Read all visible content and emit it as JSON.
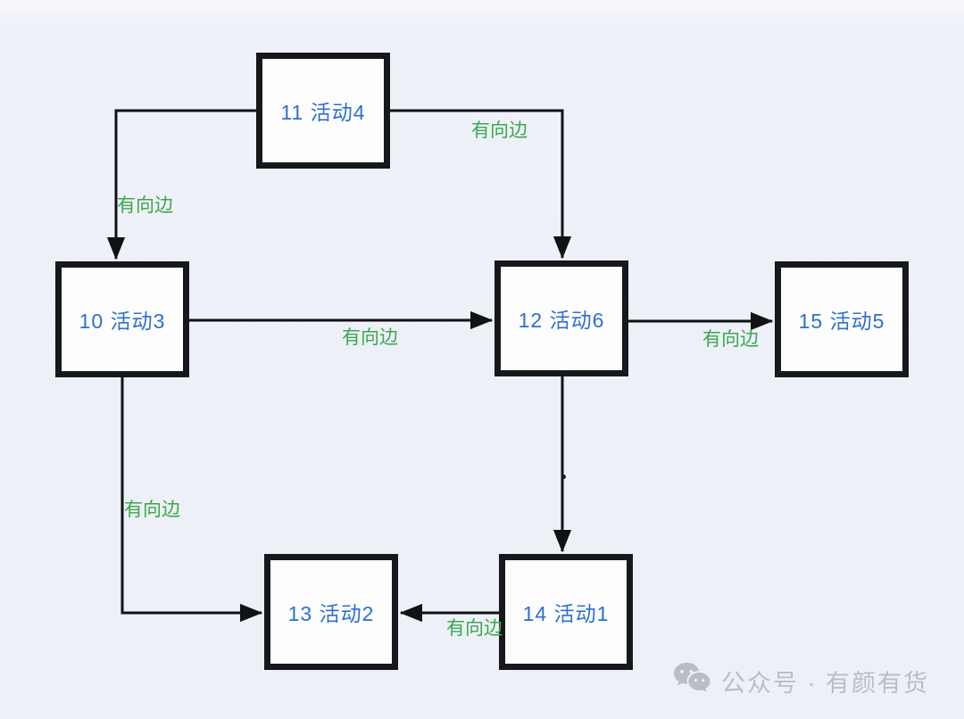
{
  "diagram": {
    "type": "directed-graph",
    "nodes": [
      {
        "id": "11",
        "label": "11 活动4"
      },
      {
        "id": "10",
        "label": "10 活动3"
      },
      {
        "id": "12",
        "label": "12 活动6"
      },
      {
        "id": "15",
        "label": "15 活动5"
      },
      {
        "id": "13",
        "label": "13 活动2"
      },
      {
        "id": "14",
        "label": "14 活动1"
      }
    ],
    "edges": [
      {
        "from": "11 活动4",
        "to": "10 活动3",
        "label": "有向边"
      },
      {
        "from": "11 活动4",
        "to": "12 活动6",
        "label": "有向边"
      },
      {
        "from": "10 活动3",
        "to": "12 活动6",
        "label": "有向边"
      },
      {
        "from": "12 活动6",
        "to": "15 活动5",
        "label": "有向边"
      },
      {
        "from": "12 活动6",
        "to": "14 活动1",
        "label": ""
      },
      {
        "from": "10 活动3",
        "to": "13 活动2",
        "label": "有向边"
      },
      {
        "from": "14 活动1",
        "to": "13 活动2",
        "label": "有向边"
      }
    ],
    "colors": {
      "background": "#eef1f8",
      "node_fill": "#fdfdfe",
      "node_border": "#17181c",
      "node_text": "#2e6fd2",
      "edge_line": "#111214",
      "edge_label": "#3aa84e"
    }
  },
  "watermark": {
    "icon": "wechat-icon",
    "text": "公众号 · 有颜有货",
    "color": "#b9bdc6"
  }
}
